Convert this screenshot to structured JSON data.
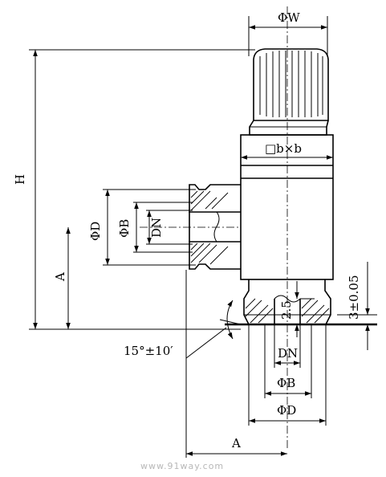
{
  "dimensions": {
    "phi_w": "ΦW",
    "square_b": "□b×b",
    "h": "H",
    "a_left": "A",
    "phi_d_side": "ΦD",
    "phi_b_side": "ΦB",
    "dn_side": "DN",
    "tol_3": "3±0.05",
    "dim_2_5": "2.5",
    "angle": "15°±10′",
    "dn_bottom": "DN",
    "phi_b_bottom": "ΦB",
    "phi_d_bottom": "ΦD",
    "a_bottom": "A"
  },
  "watermark": "www.91way.com"
}
